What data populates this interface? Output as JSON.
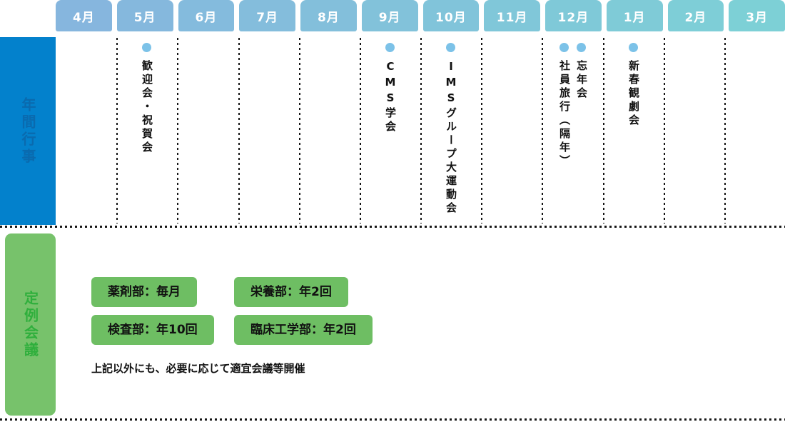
{
  "header": {
    "months": [
      {
        "label": "4月",
        "color": "#86B6DE"
      },
      {
        "label": "5月",
        "color": "#85B8DD"
      },
      {
        "label": "6月",
        "color": "#84BBDD"
      },
      {
        "label": "7月",
        "color": "#84BDDC"
      },
      {
        "label": "8月",
        "color": "#83BFDB"
      },
      {
        "label": "9月",
        "color": "#82C2DA"
      },
      {
        "label": "10月",
        "color": "#81C4DA"
      },
      {
        "label": "11月",
        "color": "#80C7D9"
      },
      {
        "label": "12月",
        "color": "#7FC9D8"
      },
      {
        "label": "1月",
        "color": "#7FCBD7"
      },
      {
        "label": "2月",
        "color": "#7ECED7"
      },
      {
        "label": "3月",
        "color": "#7DD0D6"
      }
    ]
  },
  "annual_events": {
    "section_label": "年間行事",
    "section_bg": "#0381CC",
    "section_text_color": "#0A6AAE",
    "dot_color": "#7CC2E8",
    "groups": [
      {
        "month": "5月",
        "items": [
          "歓迎会・祝賀会"
        ]
      },
      {
        "month": "9月",
        "items": [
          "CMS学会"
        ]
      },
      {
        "month": "10月",
        "items": [
          "IMSグループ大運動会"
        ]
      },
      {
        "month": "12月",
        "items": [
          "忘年会",
          "社員旅行（隔年）"
        ]
      },
      {
        "month": "1月",
        "items": [
          "新春観劇会"
        ]
      }
    ]
  },
  "regular_meetings": {
    "section_label": "定例会議",
    "section_bg": "#77C26B",
    "section_text_color": "#2FAF3C",
    "box_bg": "#6EBE63",
    "boxes": [
      "薬剤部：毎月",
      "栄養部：年2回",
      "検査部：年10回",
      "臨床工学部：年2回"
    ],
    "note": "上記以外にも、必要に応じて適宜会議等開催"
  }
}
